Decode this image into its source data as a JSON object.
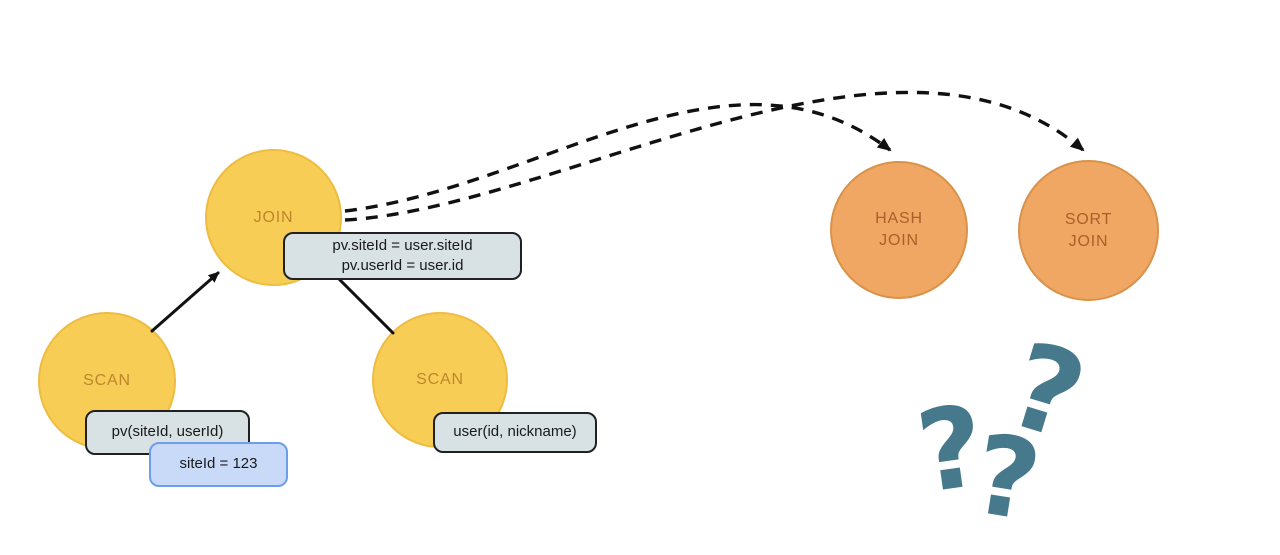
{
  "diagram": {
    "nodes": {
      "join": {
        "label": "JOIN"
      },
      "scan_pv": {
        "label": "SCAN"
      },
      "scan_user": {
        "label": "SCAN"
      },
      "hash_join": {
        "label": "HASH\nJOIN"
      },
      "sort_join": {
        "label": "SORT\nJOIN"
      }
    },
    "labels": {
      "join_condition": "pv.siteId = user.siteId\npv.userId = user.id",
      "pv_table": "pv(siteId, userId)",
      "site_filter": "siteId = 123",
      "user_table": "user(id, nickname)"
    },
    "question_marks": [
      "?",
      "?",
      "?"
    ]
  },
  "colors": {
    "yellow_fill": "#F8CD55",
    "yellow_border": "#EDBC40",
    "yellow_text": "#BD872C",
    "orange_fill": "#F0A763",
    "orange_border": "#D9924A",
    "orange_text": "#A8612A",
    "gray_box_fill": "#D8E1E4",
    "gray_box_border": "#212121",
    "blue_box_fill": "#C9DAF8",
    "blue_box_border": "#6D9EEB",
    "question_teal": "#46798C",
    "arrow_black": "#111111"
  }
}
